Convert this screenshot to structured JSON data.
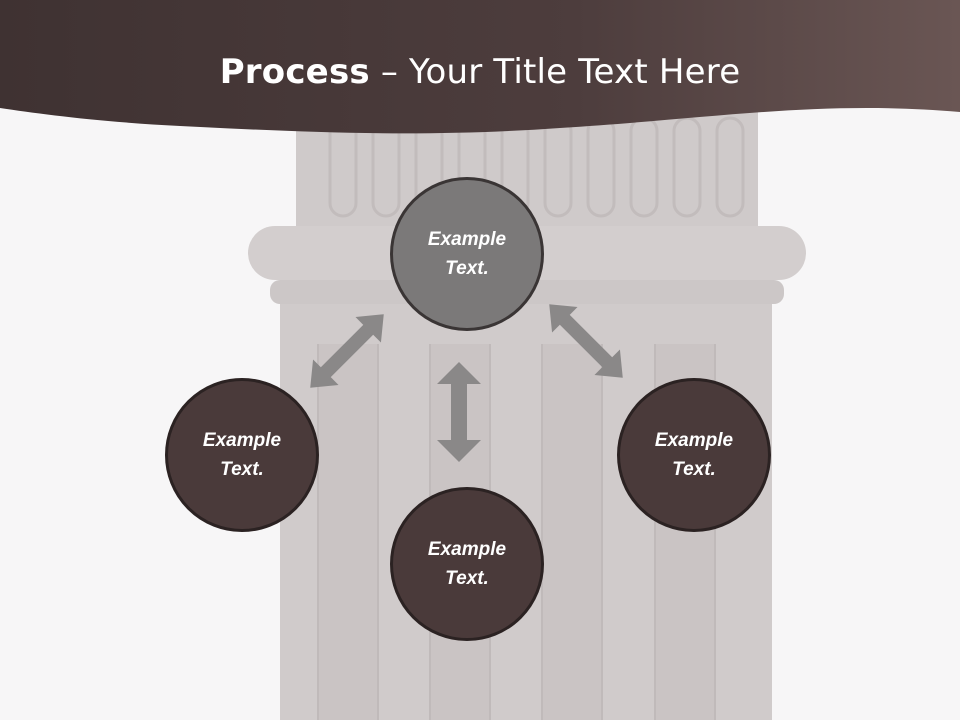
{
  "slide": {
    "title_bold": "Process",
    "title_rest": " – Your Title Text Here"
  },
  "nodes": {
    "top": "Example Text.",
    "left": "Example Text.",
    "bottom": "Example Text.",
    "right": "Example Text."
  },
  "colors": {
    "header": "#4d3c3c",
    "node_dark": "#4a3a3a",
    "node_top": "#7b7979",
    "arrow": "#8a8888",
    "column": "#d0cbcb"
  }
}
